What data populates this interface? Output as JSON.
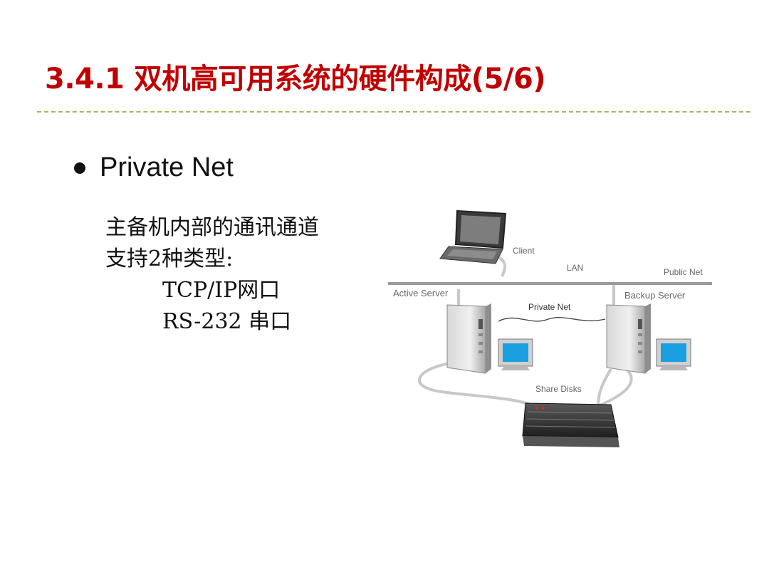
{
  "slide": {
    "title": "3.4.1 双机高可用系统的硬件构成(5/6)",
    "bullet": "Private Net",
    "body_lines": [
      "主备机内部的通讯通道",
      "支持2种类型:",
      "TCP/IP网口",
      "RS-232 串口"
    ]
  },
  "diagram": {
    "labels": {
      "client": "Client",
      "lan": "LAN",
      "public_net": "Public Net",
      "active_server": "Active Server",
      "backup_server": "Backup Server",
      "private_net": "Private Net",
      "share_disks": "Share Disks"
    }
  },
  "colors": {
    "title": "#c00000",
    "divider": "#9bbb59",
    "monitor_screen": "#1aa0e0"
  }
}
